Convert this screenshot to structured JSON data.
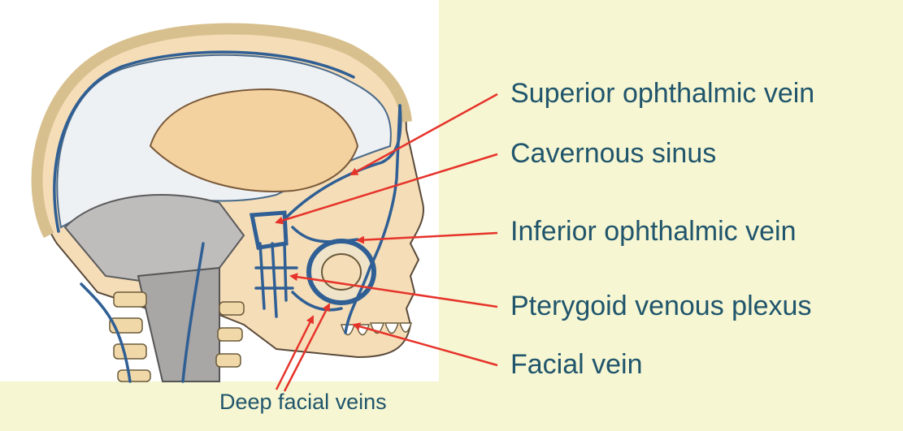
{
  "labels": {
    "superior_ophthalmic_vein": "Superior ophthalmic vein",
    "cavernous_sinus": "Cavernous sinus",
    "inferior_ophthalmic_vein": "Inferior ophthalmic vein",
    "pterygoid_venous_plexus": "Pterygoid venous plexus",
    "facial_vein": "Facial vein",
    "deep_facial_veins": "Deep facial veins"
  },
  "colors": {
    "background_panel": "#f6f6d2",
    "label_text": "#20556c",
    "arrow": "#e6332a",
    "vein": "#2f5f94",
    "skull": "#f5ddb8",
    "dura": "#e9edf0"
  }
}
